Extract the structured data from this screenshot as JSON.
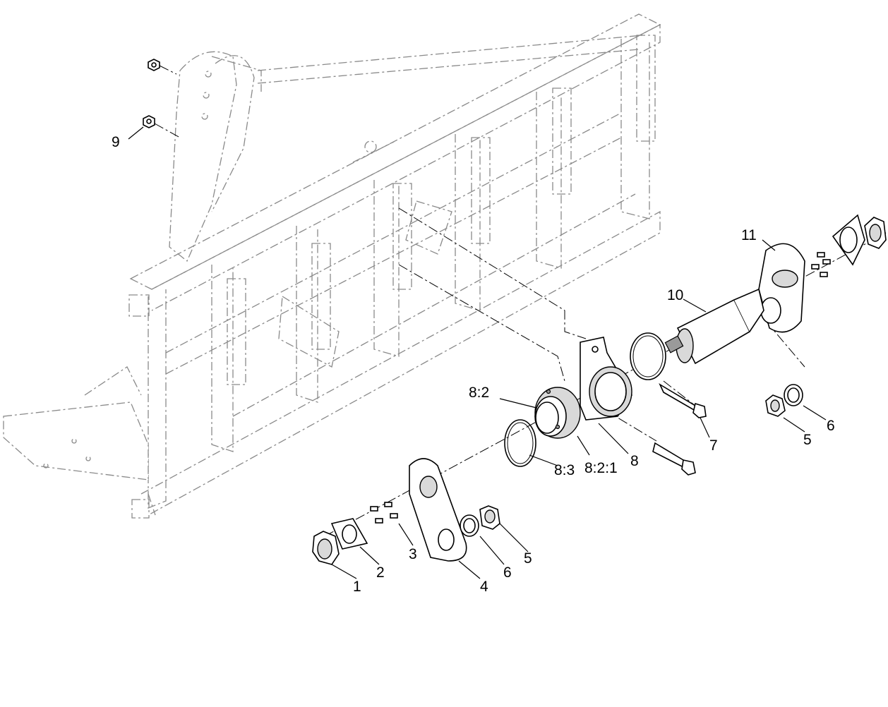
{
  "diagram": {
    "callouts": {
      "c1": "1",
      "c2": "2",
      "c3": "3",
      "c4": "4",
      "c5a": "5",
      "c5b": "5",
      "c6a": "6",
      "c6b": "6",
      "c7": "7",
      "c8": "8",
      "c8_2": "8:2",
      "c8_2_1": "8:2:1",
      "c8_3": "8:3",
      "c9": "9",
      "c10": "10",
      "c11": "11"
    }
  }
}
